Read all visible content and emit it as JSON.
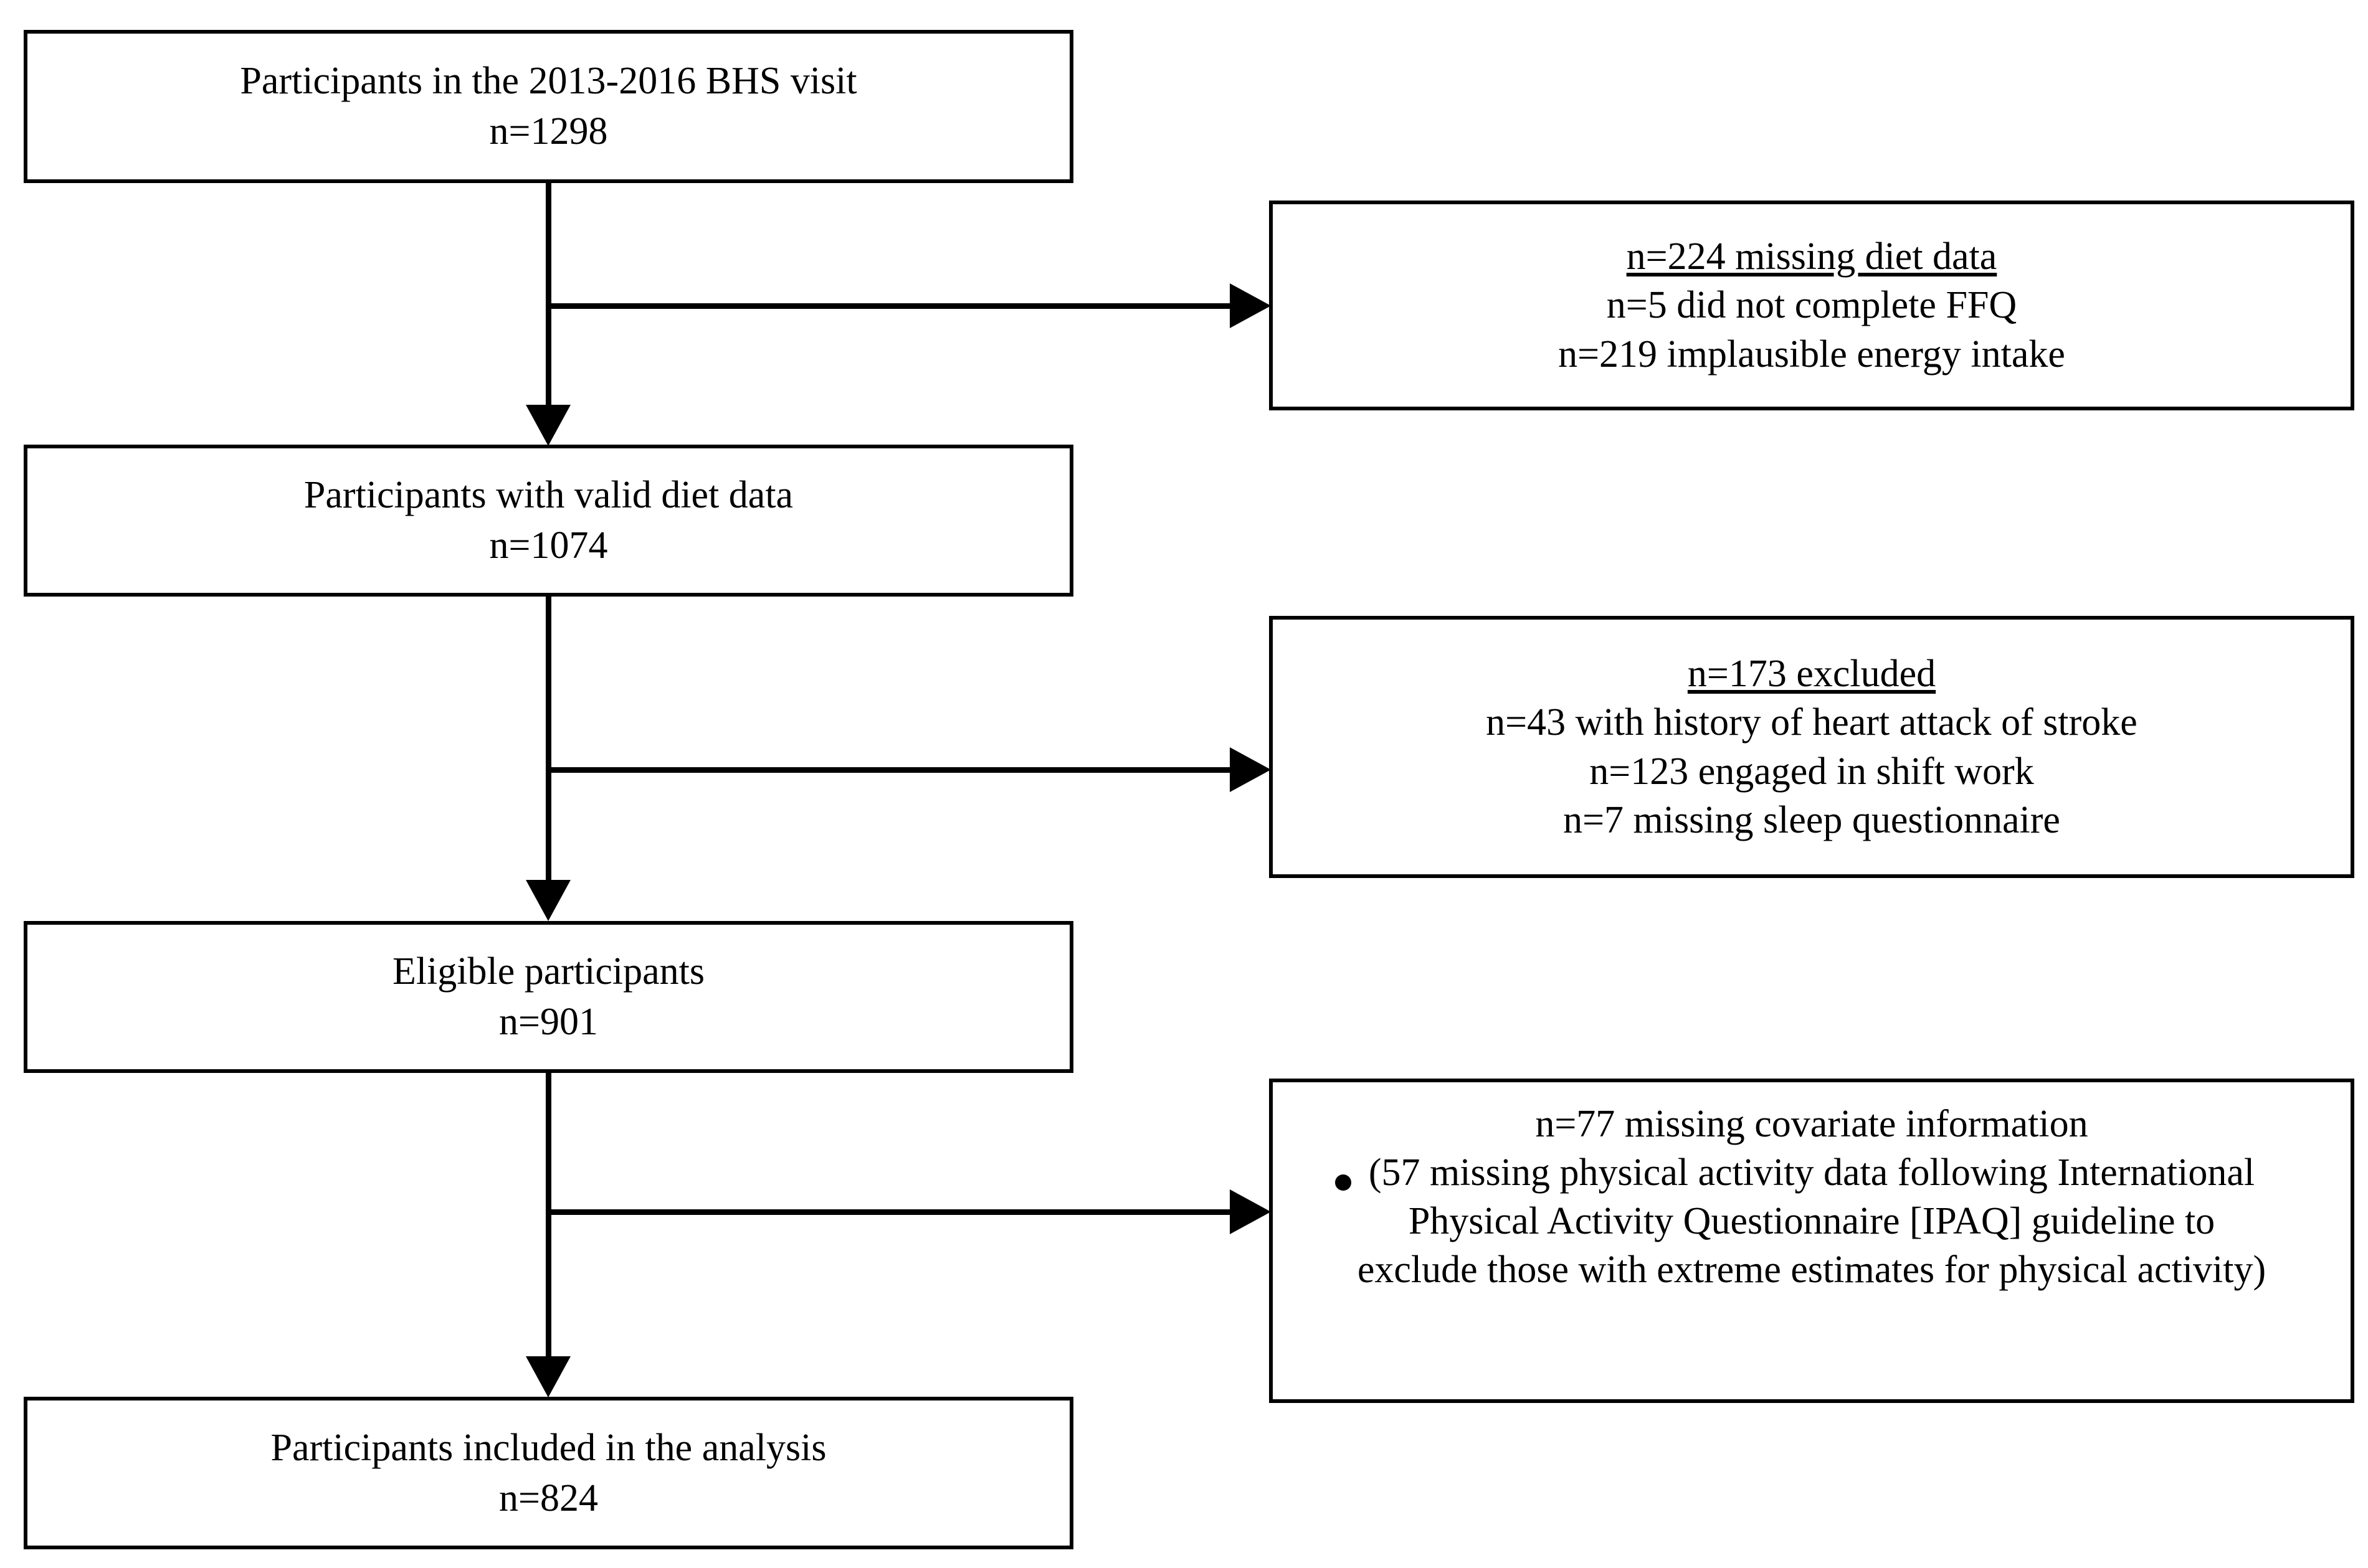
{
  "figure": {
    "type": "participant-flow-diagram",
    "background_color": "#ffffff",
    "line_color": "#000000",
    "text_color": "#000000"
  },
  "main_nodes": [
    {
      "id": "enrolled",
      "line1": "Participants in the 2013-2016 BHS visit",
      "line2": "n=1298",
      "count": 1298
    },
    {
      "id": "valid-diet",
      "line1": "Participants with valid diet data",
      "line2": "n=1074",
      "count": 1074
    },
    {
      "id": "eligible",
      "line1": "Eligible participants",
      "line2": "n=901",
      "count": 901
    },
    {
      "id": "analyzed",
      "line1": "Participants included in the analysis",
      "line2": "n=824",
      "count": 824
    }
  ],
  "exclusion_nodes": [
    {
      "id": "missing-diet",
      "heading": "n=224 missing diet data",
      "heading_count": 224,
      "reasons": [
        {
          "text": "n=5 did not complete FFQ",
          "count": 5
        },
        {
          "text": "n=219 implausible energy intake",
          "count": 219
        }
      ]
    },
    {
      "id": "excluded-criteria",
      "heading": "n=173 excluded",
      "heading_count": 173,
      "reasons": [
        {
          "text": "n=43 with history of heart attack of stroke",
          "count": 43
        },
        {
          "text": "n=123 engaged in shift work",
          "count": 123
        },
        {
          "text": "n=7 missing sleep questionnaire",
          "count": 7
        }
      ]
    },
    {
      "id": "missing-covariates",
      "heading": "n=77 missing covariate information",
      "heading_count": 77,
      "underlined": false,
      "bullet_text": "(57 missing physical activity data following International Physical Activity Questionnaire [IPAQ] guideline to exclude those with extreme estimates for physical activity)",
      "bullet_count": 57
    }
  ],
  "flow": {
    "arrow_down_label": "proceeds-to",
    "arrow_right_label": "excluded"
  }
}
